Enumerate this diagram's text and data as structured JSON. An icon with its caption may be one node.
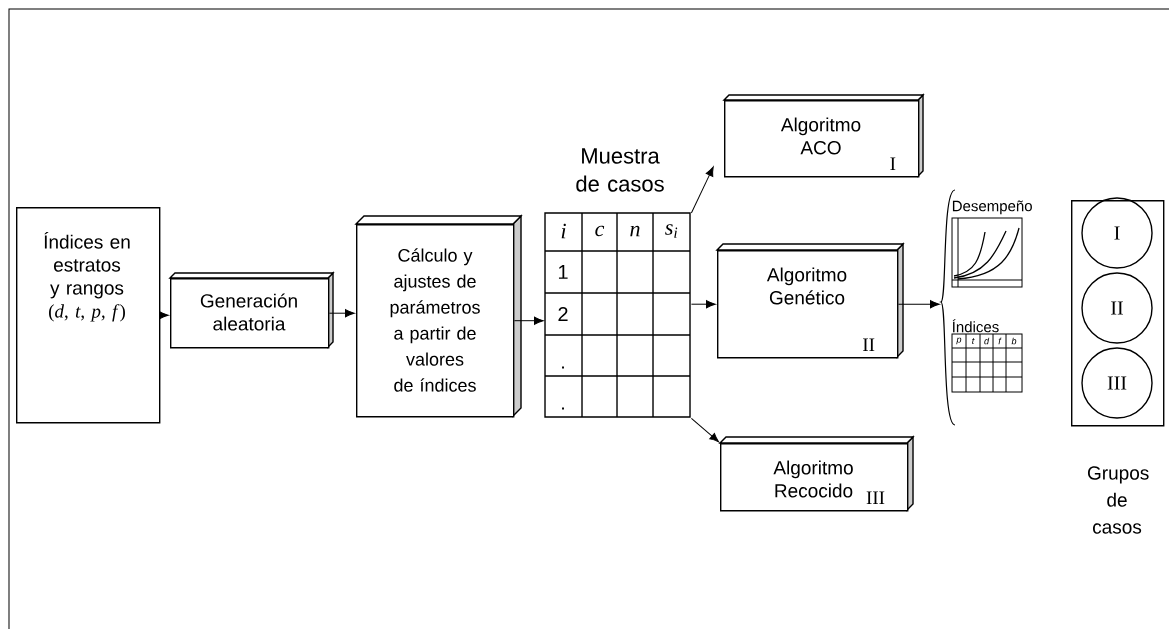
{
  "diagram": {
    "nodes": [
      {
        "text": [
          "Índices en estratos y rangos",
          "(*d*, *t*, *p, f*)"
        ]
      },
      {
        "text": [
          "Generación aleatoria"
        ]
      },
      {
        "text": [
          "Cálculo y ajustes de parámetros a partir de valores de índices"
        ]
      },
      {
        "text": [
          "Muestra de casos",
          "i",
          "c",
          "n",
          "s$_{i}$",
          "1",
          "2",
          ".",
          "."
        ]
      },
      {
        "text": [
          "Algoritmo ACO",
          "I"
        ]
      },
      {
        "text": [
          "Algoritmo Genético",
          "II"
        ]
      },
      {
        "text": [
          "Algoritmo Recocido",
          "III"
        ]
      },
      {
        "text": [
          "Desempeño",
          "Índices",
          "p",
          "t",
          "d",
          "f",
          "b"
        ]
      },
      {
        "text": [
          "Grupos de casos"
        ]
      },
      {
        "text": [
          "I"
        ],
        "in": 8
      },
      {
        "text": [
          "II"
        ],
        "in": 8
      },
      {
        "text": [
          "III"
        ],
        "in": 8
      }
    ],
    "edges": [
      {
        "from": 0,
        "to": 1,
        "arrow": "to"
      },
      {
        "from": 1,
        "to": 2,
        "arrow": "to"
      },
      {
        "from": 2,
        "to": 3,
        "arrow": "to"
      },
      {
        "from": 3,
        "to": 4,
        "arrow": "to"
      },
      {
        "from": 3,
        "to": 5,
        "arrow": "to"
      },
      {
        "from": 3,
        "to": 6,
        "arrow": "to"
      },
      {
        "from": 5,
        "to": 7,
        "arrow": "to"
      }
    ]
  }
}
